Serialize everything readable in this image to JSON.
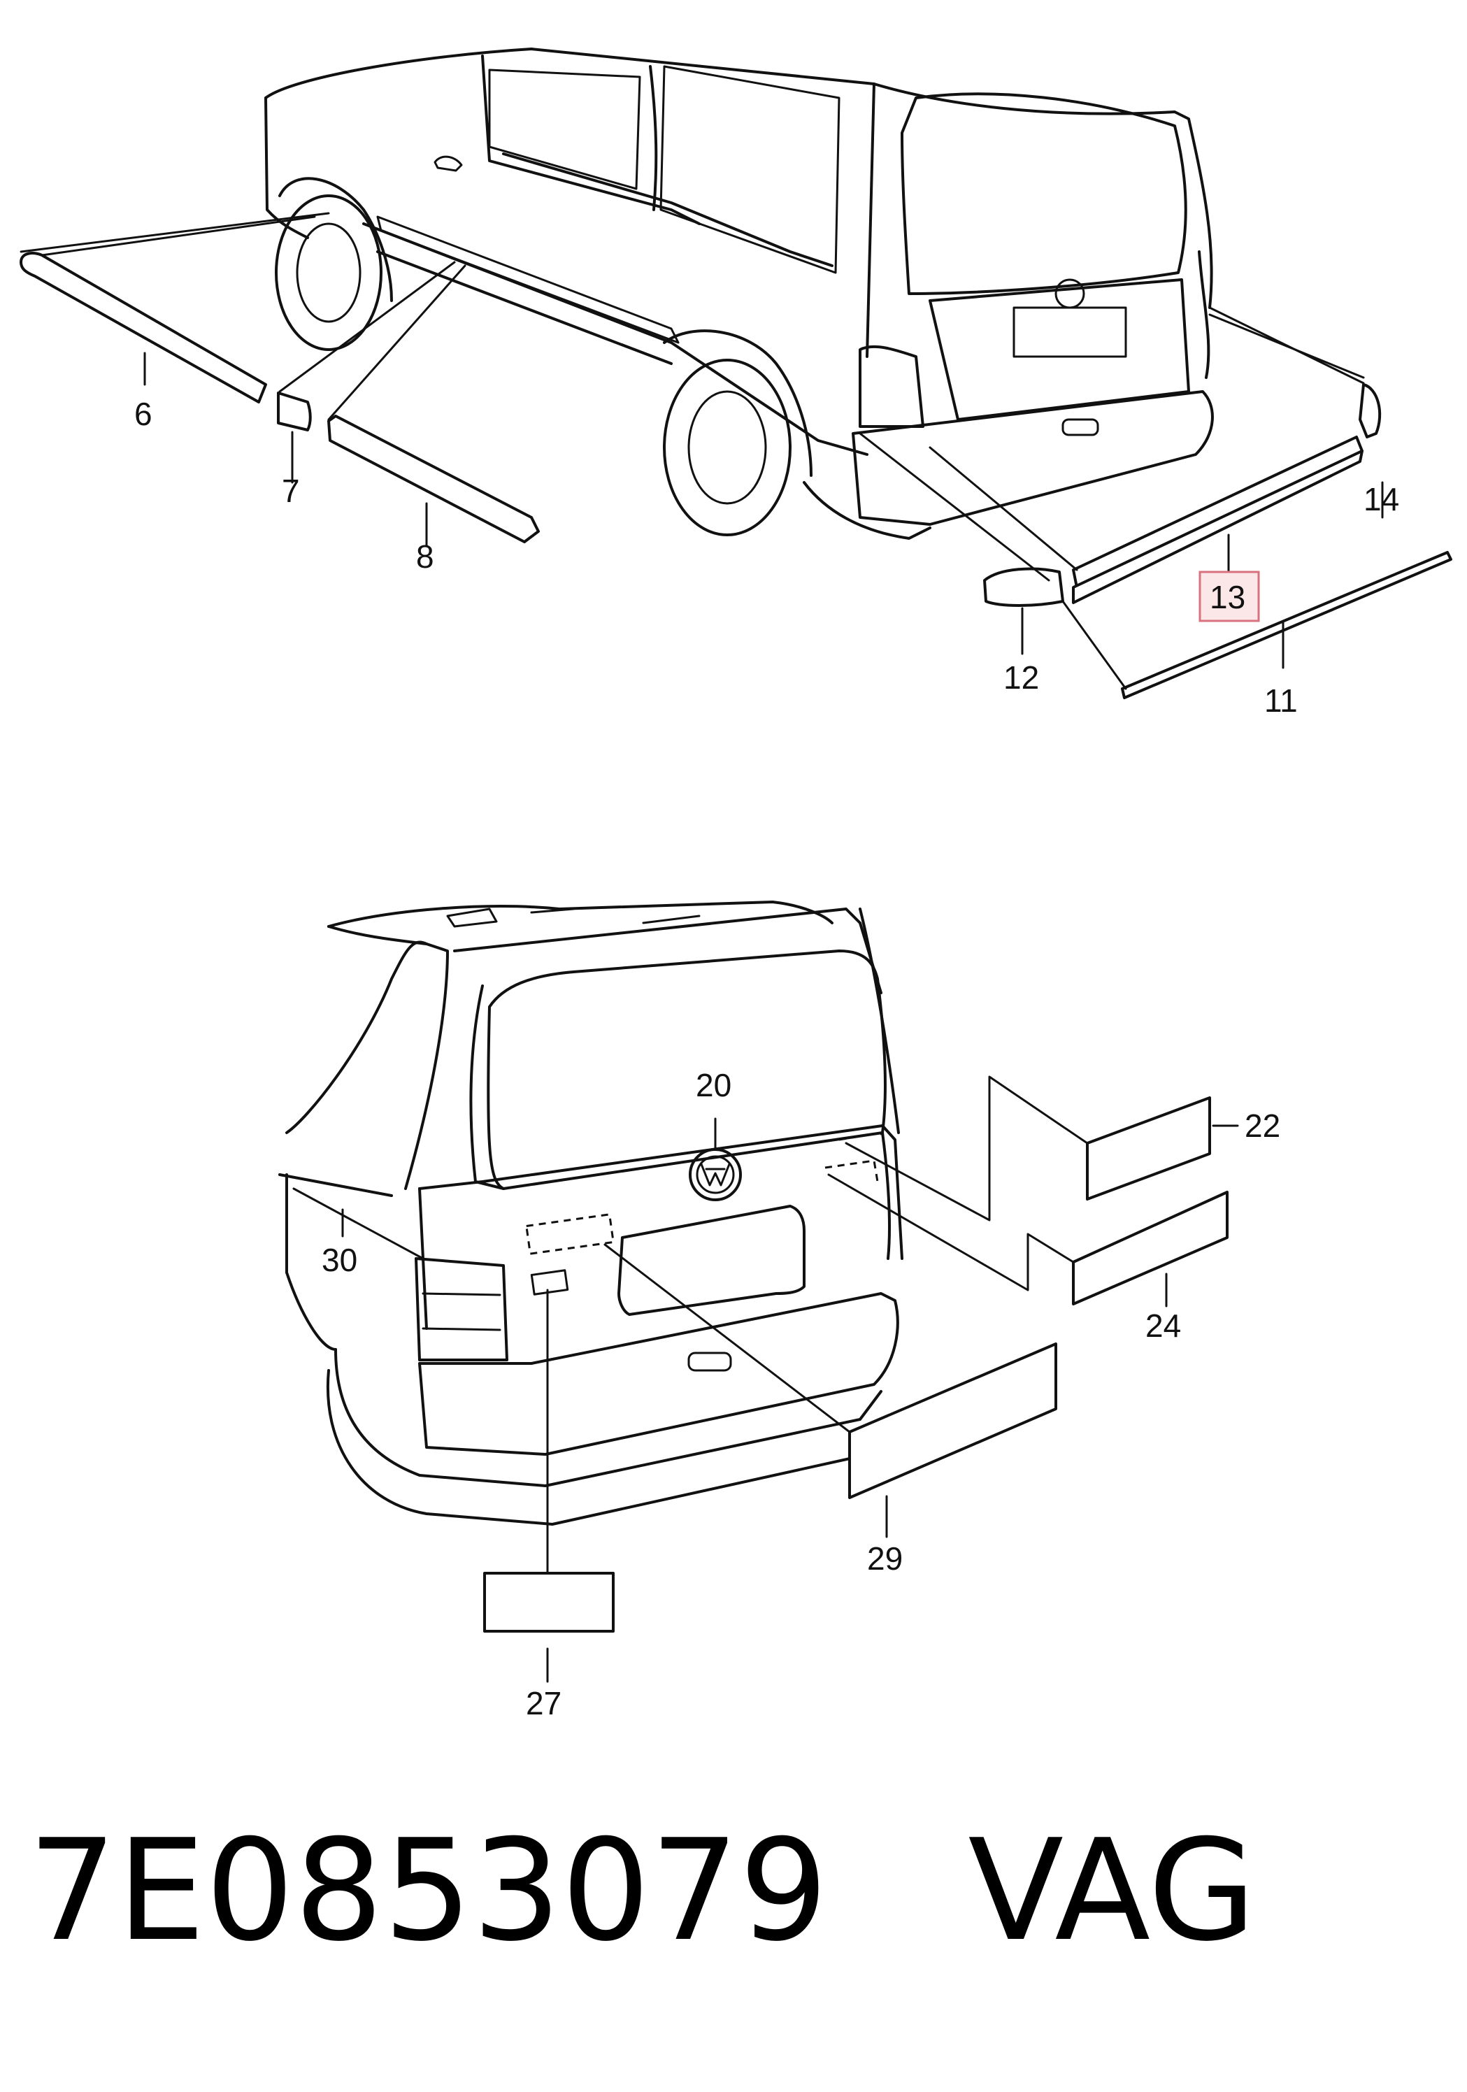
{
  "callouts": {
    "c6": "6",
    "c7": "7",
    "c8": "8",
    "c11": "11",
    "c12": "12",
    "c13": "13",
    "c14": "14",
    "c20": "20",
    "c22": "22",
    "c24": "24",
    "c27": "27",
    "c29": "29",
    "c30": "30"
  },
  "highlighted_callout": "13",
  "footer": {
    "part_number": "7E0853079",
    "brand": "VAG"
  },
  "colors": {
    "highlight_fill": "#fbe6e8",
    "highlight_border": "#d9727f",
    "line": "#111111"
  },
  "icons": {
    "badge": "vw-logo-icon"
  }
}
